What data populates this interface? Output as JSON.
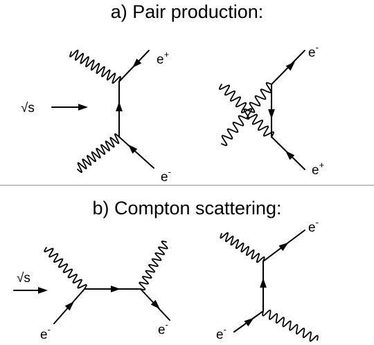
{
  "section_a": {
    "title": "a) Pair production:"
  },
  "section_b": {
    "title": "b) Compton scattering:"
  },
  "labels": {
    "sqrt_s": "√s",
    "electron_base": "e",
    "minus": "-",
    "plus": "+"
  }
}
